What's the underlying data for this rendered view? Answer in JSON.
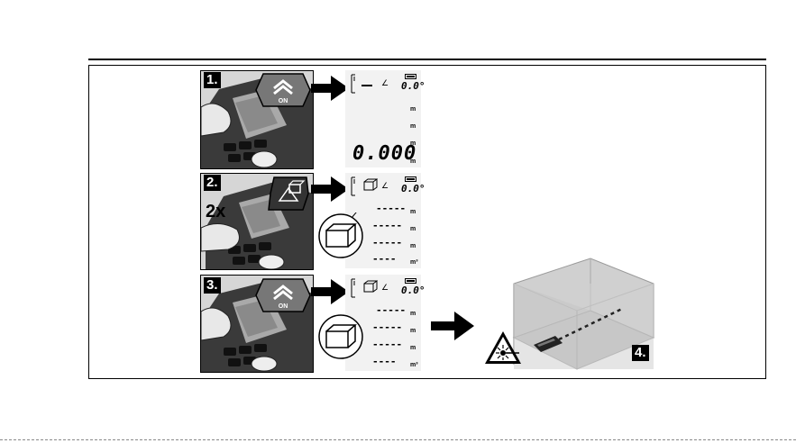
{
  "steps": [
    {
      "label": "1.",
      "button_text": "ON",
      "digits": "0.000",
      "angle": "0.0°",
      "units": [
        "m",
        "m",
        "m",
        "m"
      ]
    },
    {
      "label": "2.",
      "multiplier": "2x",
      "angle": "0.0°",
      "dashes": [
        "-----",
        "-----",
        "-----",
        "----"
      ],
      "units": [
        "m",
        "m",
        "m",
        "m³"
      ]
    },
    {
      "label": "3.",
      "button_text": "ON",
      "angle": "0.0°",
      "dashes": [
        "-----",
        "-----",
        "-----",
        "----"
      ],
      "units": [
        "m",
        "m",
        "m",
        "m³"
      ]
    },
    {
      "label": "4."
    }
  ],
  "icons": [
    "arrow-right-icon",
    "on-button-icon",
    "volume-mode-icon",
    "room-box-icon",
    "laser-warning-icon",
    "battery-icon",
    "angle-icon"
  ]
}
